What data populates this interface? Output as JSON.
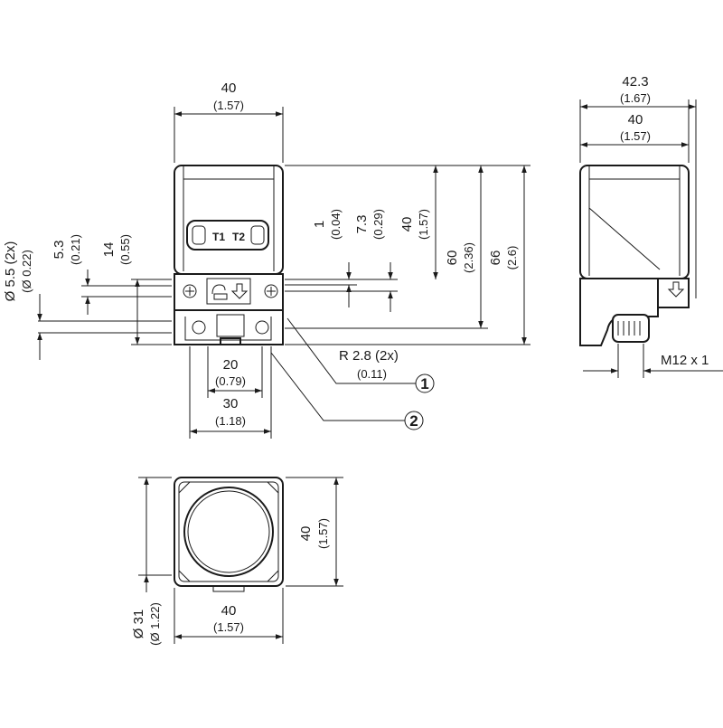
{
  "front_view": {
    "width_mm": "40",
    "width_in": "(1.57)",
    "led_label_1": "T1",
    "led_label_2": "T2",
    "dim_1_mm": "1",
    "dim_1_in": "(0.04)",
    "dim_7_3_mm": "7.3",
    "dim_7_3_in": "(0.29)",
    "dim_40_mm": "40",
    "dim_40_in": "(1.57)",
    "dim_60_mm": "60",
    "dim_60_in": "(2.36)",
    "dim_66_mm": "66",
    "dim_66_in": "(2.6)",
    "hole_dia_mm": "Ø 5.5 (2x)",
    "hole_dia_in": "(Ø 0.22)",
    "dim_5_3_mm": "5.3",
    "dim_5_3_in": "(0.21)",
    "dim_14_mm": "14",
    "dim_14_in": "(0.55)",
    "radius_mm": "R 2.8 (2x)",
    "radius_in": "(0.11)",
    "callout_1": "1",
    "callout_2": "2",
    "dim_20_mm": "20",
    "dim_20_in": "(0.79)",
    "dim_30_mm": "30",
    "dim_30_in": "(1.18)"
  },
  "side_view": {
    "dim_42_3_mm": "42.3",
    "dim_42_3_in": "(1.67)",
    "dim_40_mm": "40",
    "dim_40_in": "(1.57)",
    "thread_label": "M12 x 1"
  },
  "top_view": {
    "height_mm": "40",
    "height_in": "(1.57)",
    "width_mm": "40",
    "width_in": "(1.57)",
    "face_dia_mm": "Ø 31",
    "face_dia_in": "(Ø 1.22)"
  }
}
